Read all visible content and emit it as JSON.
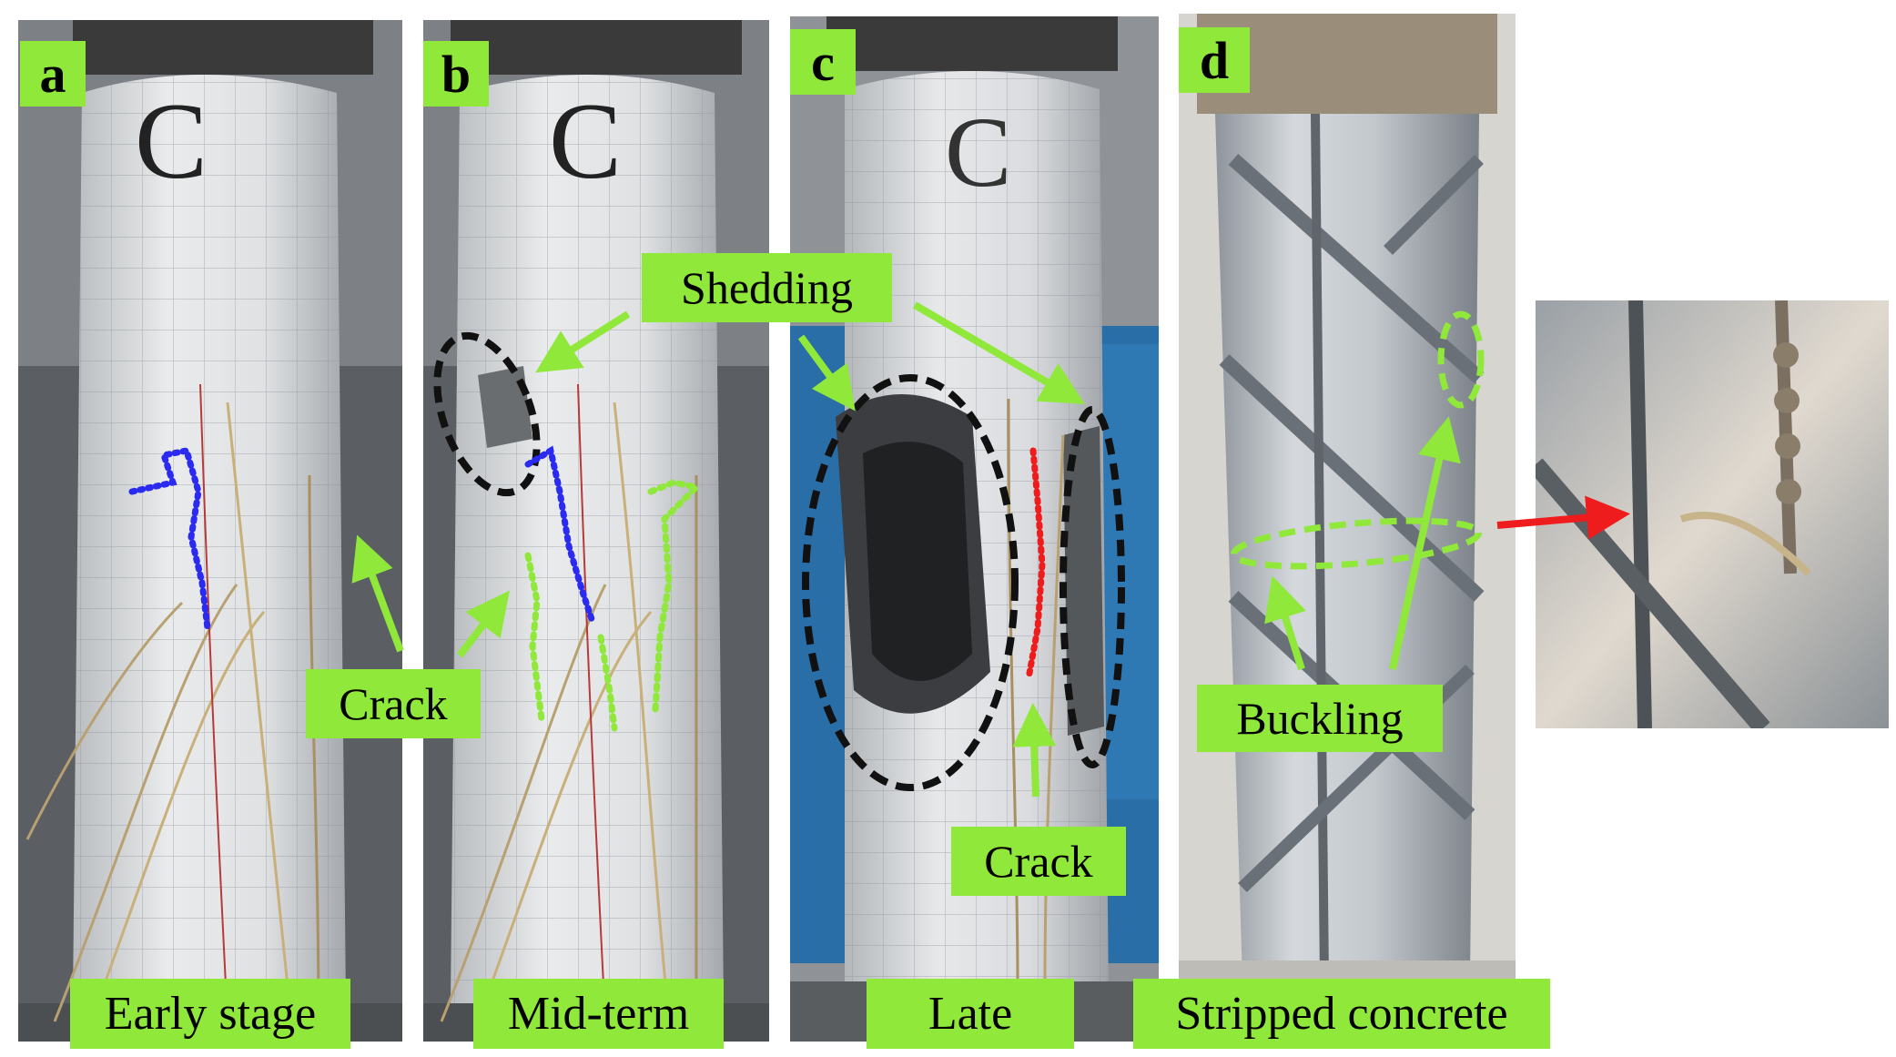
{
  "panels": [
    {
      "letter": "a",
      "caption": "Early stage",
      "column_mark": "C"
    },
    {
      "letter": "b",
      "caption": "Mid-term",
      "column_mark": "C"
    },
    {
      "letter": "c",
      "caption": "Late",
      "column_mark": "C"
    },
    {
      "letter": "d",
      "caption": "Stripped concrete"
    }
  ],
  "callouts": {
    "crack_a": "Crack",
    "shedding": "Shedding",
    "crack_c": "Crack",
    "buckling": "Buckling"
  },
  "colors": {
    "label_fill": "#8fe83a",
    "callout_arrow": "#8fe83a",
    "detail_arrow": "#ee1c1c",
    "crack_trace_blue": "#2a2af0",
    "crack_trace_green": "#8fe83a",
    "crack_trace_red": "#ee1c1c",
    "outline_black": "#111111"
  }
}
